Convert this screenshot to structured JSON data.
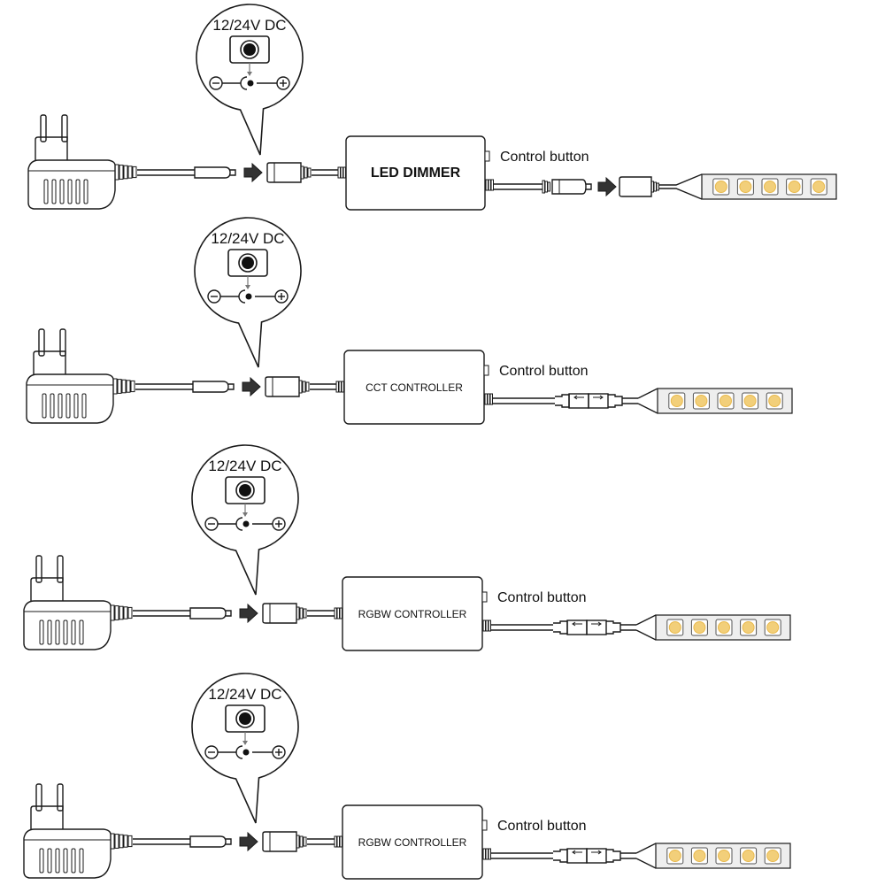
{
  "diagrams": [
    {
      "voltage_label": "12/24V DC",
      "controller_label": "LED DIMMER",
      "controller_bold": true,
      "control_button_label": "Control button",
      "strip_connector": "dc-plug",
      "led_count": 5
    },
    {
      "voltage_label": "12/24V DC",
      "controller_label": "CCT CONTROLLER",
      "controller_bold": false,
      "control_button_label": "Control button",
      "strip_connector": "pin-connector",
      "led_count": 5
    },
    {
      "voltage_label": "12/24V DC",
      "controller_label": "RGBW CONTROLLER",
      "controller_bold": false,
      "control_button_label": "Control button",
      "strip_connector": "pin-connector",
      "led_count": 5
    },
    {
      "voltage_label": "12/24V DC",
      "controller_label": "RGBW CONTROLLER",
      "controller_bold": false,
      "control_button_label": "Control button",
      "strip_connector": "pin-connector",
      "led_count": 5
    }
  ],
  "colors": {
    "line": "#1a1a1a",
    "led_fill": "#f2cf7a",
    "led_core": "#e8b94d",
    "strip_fill": "#eeeeee",
    "arrow_fill": "#333333"
  }
}
